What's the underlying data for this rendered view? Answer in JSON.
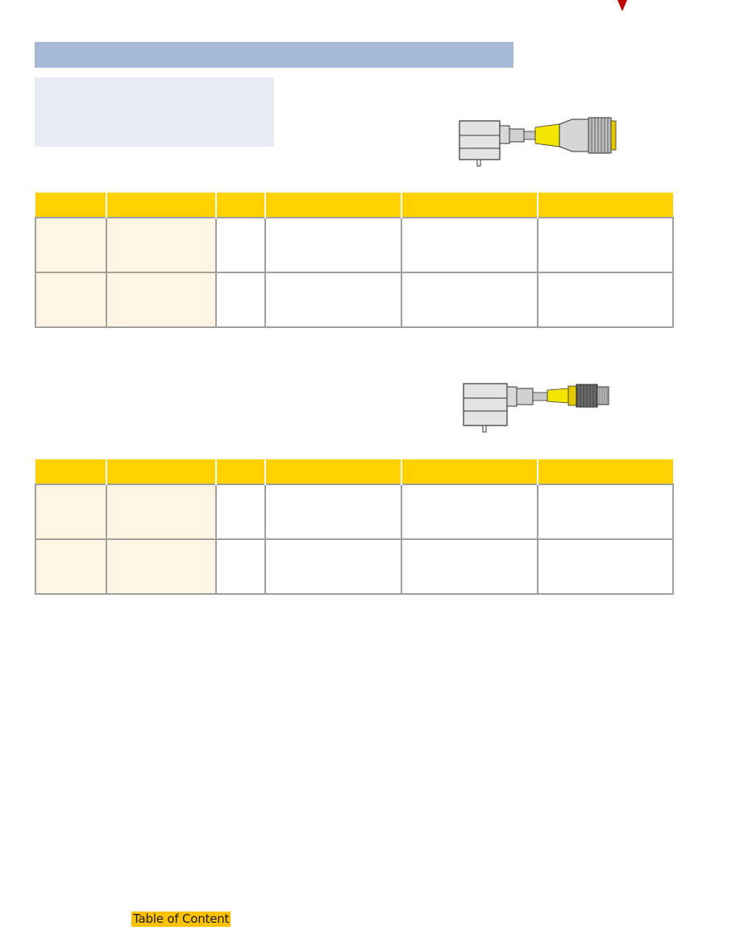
{
  "page": {
    "section_title": "",
    "info_text": ""
  },
  "tables": [
    {
      "headers": [
        "",
        "",
        "",
        "",
        "",
        ""
      ],
      "rows": [
        [
          "",
          "",
          "",
          "",
          "",
          ""
        ],
        [
          "",
          "",
          "",
          "",
          "",
          ""
        ]
      ]
    },
    {
      "headers": [
        "",
        "",
        "",
        "",
        "",
        ""
      ],
      "rows": [
        [
          "",
          "",
          "",
          "",
          "",
          ""
        ],
        [
          "",
          "",
          "",
          "",
          "",
          ""
        ]
      ]
    }
  ],
  "footer": {
    "toc_label": "Table of Content"
  },
  "colors": {
    "header_yellow": "#ffd100",
    "section_bar": "#a6b9d6",
    "info_box": "#e8ecf2",
    "shaded_cell": "#fff5e2",
    "toc_highlight": "#fdc300",
    "cable_yellow": "#f5e600"
  },
  "icons": [
    "cordset-female-connector-image",
    "cordset-male-connector-image"
  ]
}
